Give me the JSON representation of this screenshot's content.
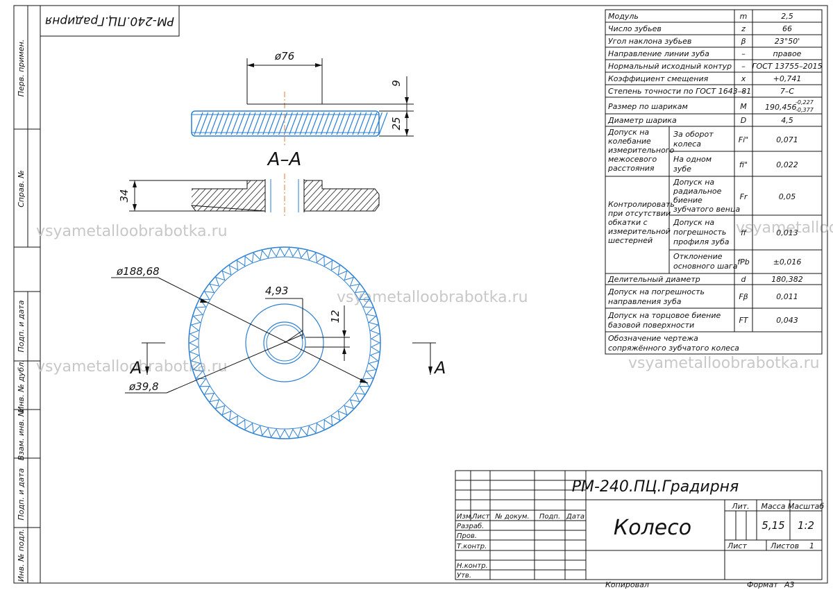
{
  "title_block": {
    "designation": "РМ-240.ПЦ.Градирня",
    "part_name": "Колесо",
    "head_lit": "Лит.",
    "head_mass": "Масса",
    "head_scale": "Масштаб",
    "mass": "5,15",
    "scale": "1:2",
    "sheet_label": "Лист",
    "sheets_label": "Листов",
    "sheets_value": "1",
    "col_izm": "Изм.",
    "col_list": "Лист",
    "col_docnum": "№ докум.",
    "col_sign": "Подп.",
    "col_date": "Дата",
    "row_razrab": "Разраб.",
    "row_prov": "Пров.",
    "row_tkontr": "Т.контр.",
    "row_nkontr": "Н.контр.",
    "row_utv": "Утв.",
    "copied": "Копировал",
    "format_label": "Формат",
    "format_value": "А3",
    "top_stamp": "РМ-240.ПЦ.Градирня"
  },
  "side_strip": {
    "perv_primen": "Перв. примен.",
    "sprav_no": "Справ. №",
    "podp_data_1": "Подп. и дата",
    "inv_dubl": "Инв. № дубл.",
    "vzam_inv": "Взам. инв. №",
    "podp_data_2": "Подп. и дата",
    "inv_podl": "Инв. № подл."
  },
  "params": {
    "modul_l": "Модуль",
    "modul_s": "m",
    "modul_v": "2,5",
    "teeth_l": "Число зубьев",
    "teeth_s": "z",
    "teeth_v": "66",
    "angle_l": "Угол наклона зубьев",
    "angle_s": "β",
    "angle_v": "23°50'",
    "dir_l": "Направление линии зуба",
    "dir_s": "–",
    "dir_v": "правое",
    "contour_l": "Нормальный исходный контур",
    "contour_s": "–",
    "contour_v": "ГОСТ 13755–2015",
    "shift_l": "Коэффициент смещения",
    "shift_s": "x",
    "shift_v": "+0,741",
    "acc_l": "Степень точности по ГОСТ 1643–81",
    "acc_s": "–",
    "acc_v": "7–С",
    "ball_l": "Размер по шарикам",
    "ball_s": "M",
    "ball_v": "190,456",
    "ball_up": "-0,227",
    "ball_lo": "-0,377",
    "bd_l": "Диаметр шарика",
    "bd_s": "D",
    "bd_v": "4,5",
    "grp1_l1": "Допуск на",
    "grp1_l2": "колебание",
    "grp1_l3": "измерительного",
    "grp1_l4": "межосевого",
    "grp1_l5": "расстояния",
    "g1a_l1": "За оборот",
    "g1a_l2": "колеса",
    "g1a_s": "Fi\"",
    "g1a_v": "0,071",
    "g1b_l1": "На одном",
    "g1b_l2": "зубе",
    "g1b_s": "fi\"",
    "g1b_v": "0,022",
    "grp2_l1": "Контролировать",
    "grp2_l2": "при отсутствии",
    "grp2_l3": "обкатки с",
    "grp2_l4": "измерительной",
    "grp2_l5": "шестерней",
    "g2a_l1": "Допуск на",
    "g2a_l2": "радиальное",
    "g2a_l3": "биение",
    "g2a_l4": "зубчатого венца",
    "g2a_s": "Fr",
    "g2a_v": "0,05",
    "g2b_l1": "Допуск на",
    "g2b_l2": "погрешность",
    "g2b_l3": "профиля зуба",
    "g2b_s": "ff",
    "g2b_v": "0,013",
    "g2c_l1": "Отклонение",
    "g2c_l2": "основного шага",
    "g2c_s": "fPb",
    "g2c_v": "±0,016",
    "pitch_l": "Делительный диаметр",
    "pitch_s": "d",
    "pitch_v": "180,382",
    "dirtol_l1": "Допуск на погрешность",
    "dirtol_l2": "направления зуба",
    "dirtol_s": "Fβ",
    "dirtol_v": "0,011",
    "face_l1": "Допуск на торцовое биение",
    "face_l2": "базовой поверхности",
    "face_s": "FT",
    "face_v": "0,043",
    "mate_l1": "Обозначение чертежа",
    "mate_l2": "сопряжённого зубчатого колеса"
  },
  "dimensions": {
    "d76": "ø76",
    "d9": "9",
    "d25": "25",
    "d34": "34",
    "section": "А–А",
    "d188": "ø188,68",
    "d493": "4,93",
    "d12": "12",
    "d398": "ø39,8",
    "cut_left": "А",
    "cut_right": "А"
  },
  "watermark": {
    "site": "vsyametalloobrabotka.ru"
  },
  "colors": {
    "line": "#111111",
    "part": "#2a7fd4",
    "centerline": "#e07b39",
    "watermark": "#c8c8c8"
  }
}
